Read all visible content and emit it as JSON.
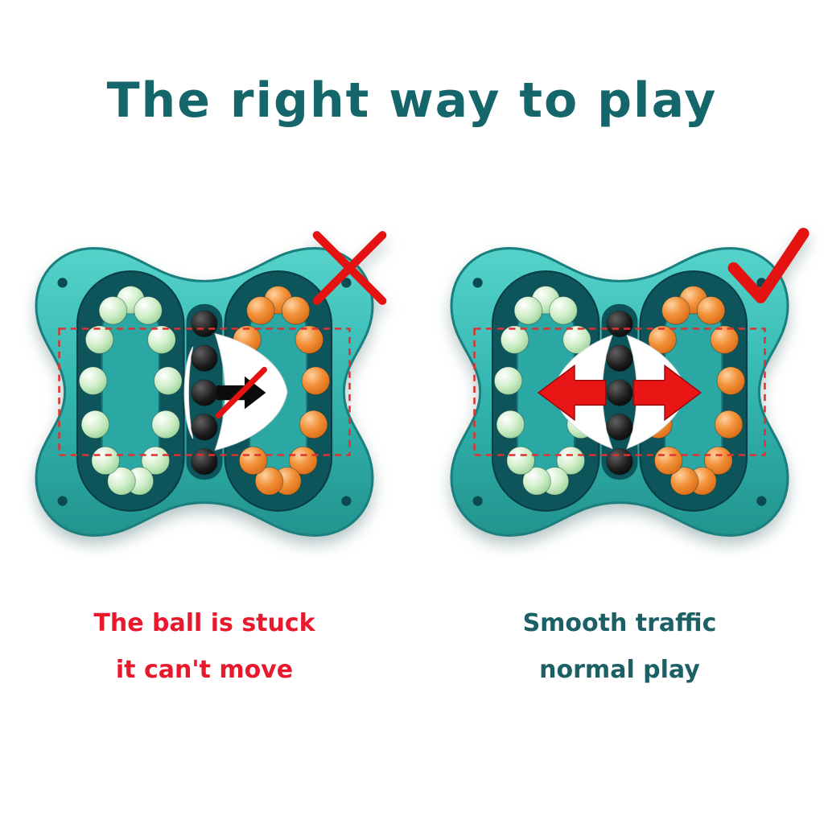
{
  "title": "The right way to play",
  "panels": [
    {
      "variant": "stuck",
      "mark": "x-mark",
      "mark_glyph": "✗",
      "caption": [
        "The ball is stuck",
        "it can't move"
      ]
    },
    {
      "variant": "flow",
      "mark": "check-mark",
      "mark_glyph": "✓",
      "caption": [
        "Smooth traffic",
        "normal play"
      ]
    }
  ],
  "colors": {
    "title_text": "#14666a",
    "wrong_caption": "#e8192c",
    "right_caption": "#1b6064",
    "annotation_red": "#e51212",
    "toy_body_teal": "#33b5b0",
    "track_dark_teal": "#0d545b",
    "beads_green": "#b9e6b2",
    "beads_orange": "#ef7f1f",
    "beads_black": "#101010"
  }
}
